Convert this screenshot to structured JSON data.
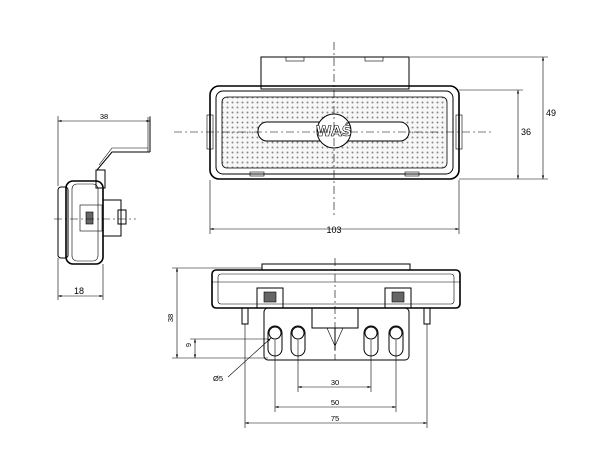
{
  "dimensions": {
    "front_width": "103",
    "front_height_outer": "49",
    "front_height_inner": "36",
    "side_width": "38",
    "side_depth": "18",
    "bottom_height": "38",
    "bottom_offset": "9",
    "hole_diameter": "Ø5",
    "hole_spacing_inner": "30",
    "hole_spacing_mid": "50",
    "hole_spacing_outer": "75"
  },
  "logo": {
    "text": "WAŚ"
  }
}
